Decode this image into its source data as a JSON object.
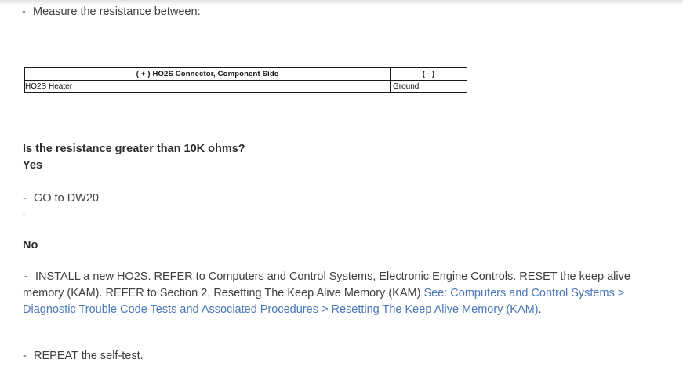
{
  "document": {
    "lead_instruction": {
      "dash": "-",
      "text": "Measure the resistance between:"
    },
    "measure_table": {
      "headers": [
        "( + ) HO2S Connector, Component Side",
        "( - )"
      ],
      "rows": [
        [
          "HO2S Heater",
          "Ground"
        ]
      ]
    },
    "question": "Is the resistance greater than 10K ohms?",
    "yes_label": "Yes",
    "yes_action": {
      "dash": "-",
      "text": "GO to DW20"
    },
    "orphan_mark": "-",
    "no_label": "No",
    "no_action": {
      "dash": "-",
      "text_part_1": "INSTALL a new HO2S. REFER to Computers and Control Systems, Electronic Engine Controls. RESET the keep alive memory (KAM). REFER to Section 2, Resetting The Keep Alive Memory (KAM) ",
      "link_text": "See: Computers and Control Systems > Diagnostic Trouble Code Tests and Associated Procedures > Resetting The Keep Alive Memory (KAM)",
      "text_part_2": "."
    },
    "repeat_action": {
      "dash": "-",
      "text": "REPEAT the self-test."
    },
    "colors": {
      "link": "#4a77b8",
      "body_text": "#3f3f3f",
      "heading_text": "#2d2d2d",
      "table_border": "#1a1a1a"
    }
  }
}
